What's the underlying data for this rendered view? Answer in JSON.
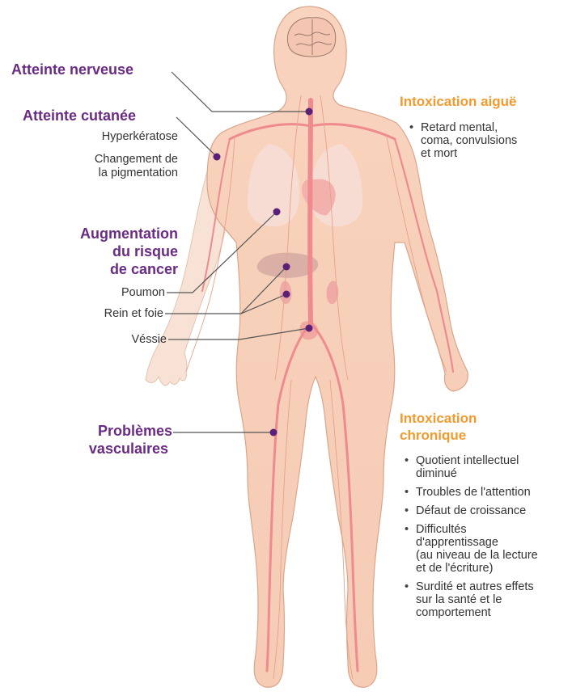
{
  "colors": {
    "label": "#6a2b84",
    "heading": "#f29a2e",
    "text": "#333333",
    "skin": "#f8d2bc",
    "vessels": "#ef8a8e",
    "organs": "#f3b8b3"
  },
  "left_labels": {
    "nerveuse": "Atteinte nerveuse",
    "cutanee": "Atteinte cutanée",
    "hyperkeratose": "Hyperkératose",
    "pigmentation_1": "Changement de",
    "pigmentation_2": "la pigmentation",
    "cancer_1": "Augmentation",
    "cancer_2": "du risque",
    "cancer_3": "de cancer",
    "poumon": "Poumon",
    "rein_foie": "Rein et foie",
    "vessie": "Véssie",
    "vasculaires_1": "Problèmes",
    "vasculaires_2": "vasculaires"
  },
  "acute": {
    "title": "Intoxication aiguë",
    "items": [
      "Retard mental,\ncoma, convulsions\net mort"
    ]
  },
  "chronic": {
    "title_1": "Intoxication",
    "title_2": "chronique",
    "items": [
      "Quotient intellectuel\ndiminué",
      "Troubles de l'attention",
      "Défaut de croissance",
      "Difficultés\nd'apprentissage\n(au niveau de la lecture\net de l'écriture)",
      "Surdité et autres effets\nsur la santé et le\ncomportement"
    ]
  }
}
